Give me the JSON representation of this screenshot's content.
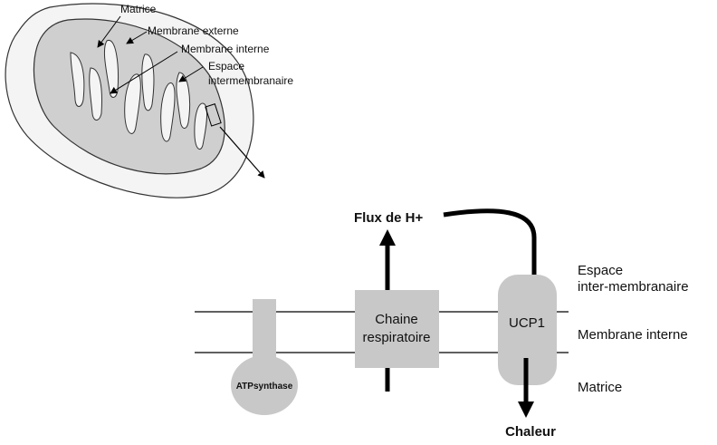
{
  "mitochondrion": {
    "labels": {
      "matrice": "Matrice",
      "membrane_externe": "Membrane externe",
      "membrane_interne": "Membrane interne",
      "espace_line1": "Espace",
      "espace_line2": "intermembranaire"
    }
  },
  "membrane_detail": {
    "flux_label": "Flux de H+",
    "chaleur_label": "Chaleur",
    "atp_synthase_label": "ATPsynthase",
    "chaine_line1": "Chaine",
    "chaine_line2": "respiratoire",
    "ucp1_label": "UCP1",
    "side_labels": {
      "espace_line1": "Espace",
      "espace_line2": "inter-membranaire",
      "membrane_interne": "Membrane interne",
      "matrice": "Matrice"
    }
  },
  "colors": {
    "outer_fill": "#f4f4f4",
    "inner_fill": "#cfcfcf",
    "protein_fill": "#c8c8c8",
    "line": "#000000"
  }
}
